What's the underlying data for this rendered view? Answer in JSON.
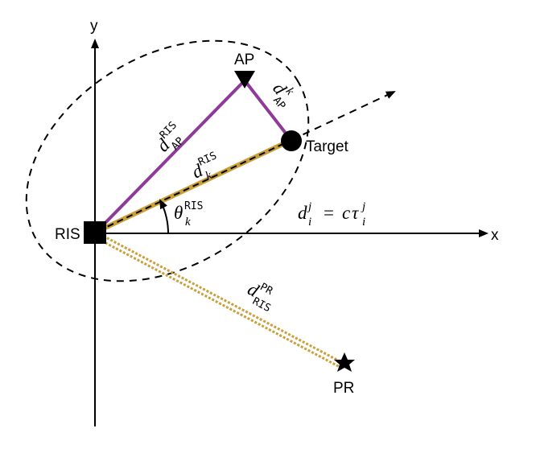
{
  "axes": {
    "x_label": "x",
    "y_label": "y"
  },
  "nodes": {
    "ris": "RIS",
    "ap": "AP",
    "target": "Target",
    "pr": "PR"
  },
  "math": {
    "d": "d",
    "theta": "θ",
    "k": "k",
    "i": "i",
    "j": "j",
    "c": "c",
    "tau": "τ",
    "eq": "=",
    "RIS": "RIS",
    "AP": "AP",
    "PR": "PR"
  },
  "colors": {
    "ap_link": "#8e3a99",
    "ris_link": "#c9a03a",
    "black": "#000000"
  }
}
